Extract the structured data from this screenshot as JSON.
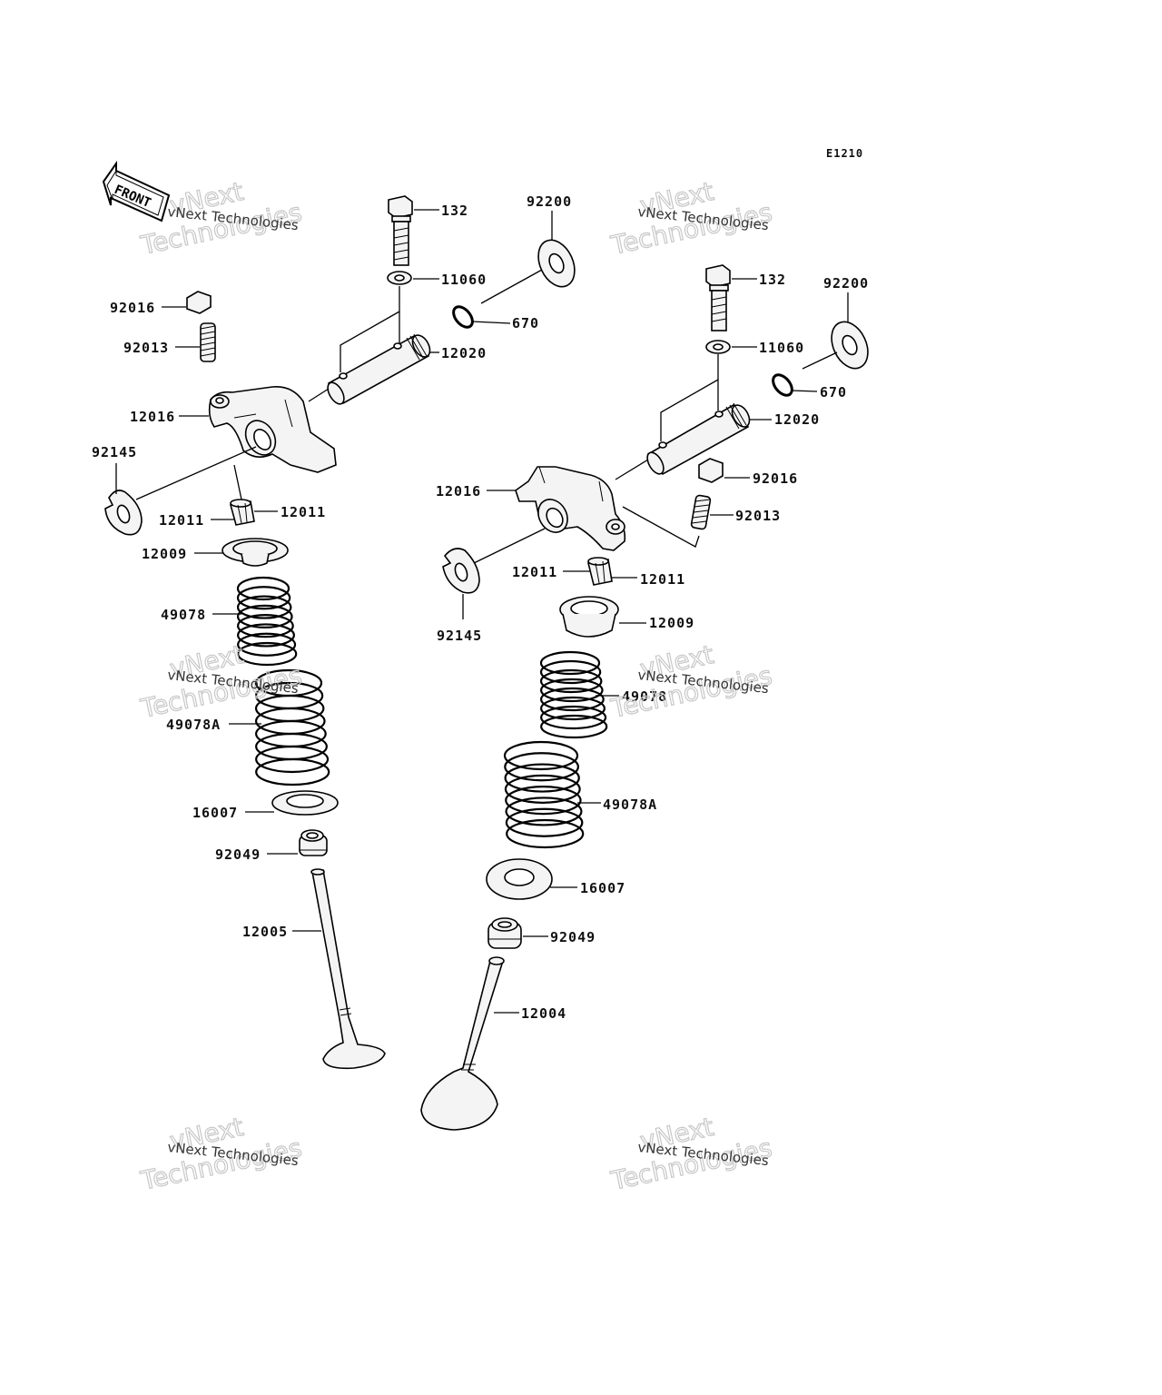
{
  "diagram_code": "E1210",
  "front_label": "FRONT",
  "watermark": {
    "small": "vNext Technologies",
    "big_line1": "vNext",
    "big_line2": "Technologies"
  },
  "left_labels": {
    "bolt": "132",
    "washer": "11060",
    "shaft_washer": "92200",
    "o_ring": "670",
    "shaft": "12020",
    "nut": "92016",
    "adjuster": "92013",
    "rocker_arm": "12016",
    "spacer": "92145",
    "keeper_a": "12011",
    "keeper_b": "12011",
    "retainer": "12009",
    "inner_spring": "49078",
    "outer_spring": "49078A",
    "spring_seat": "16007",
    "valve_seal": "92049",
    "valve": "12005"
  },
  "right_labels": {
    "bolt": "132",
    "washer": "11060",
    "shaft_washer": "92200",
    "o_ring": "670",
    "shaft": "12020",
    "nut": "92016",
    "adjuster": "92013",
    "rocker_arm": "12016",
    "spacer": "92145",
    "keeper_a": "12011",
    "keeper_b": "12011",
    "retainer": "12009",
    "inner_spring": "49078",
    "outer_spring": "49078A",
    "spring_seat": "16007",
    "valve_seal": "92049",
    "valve": "12004"
  }
}
